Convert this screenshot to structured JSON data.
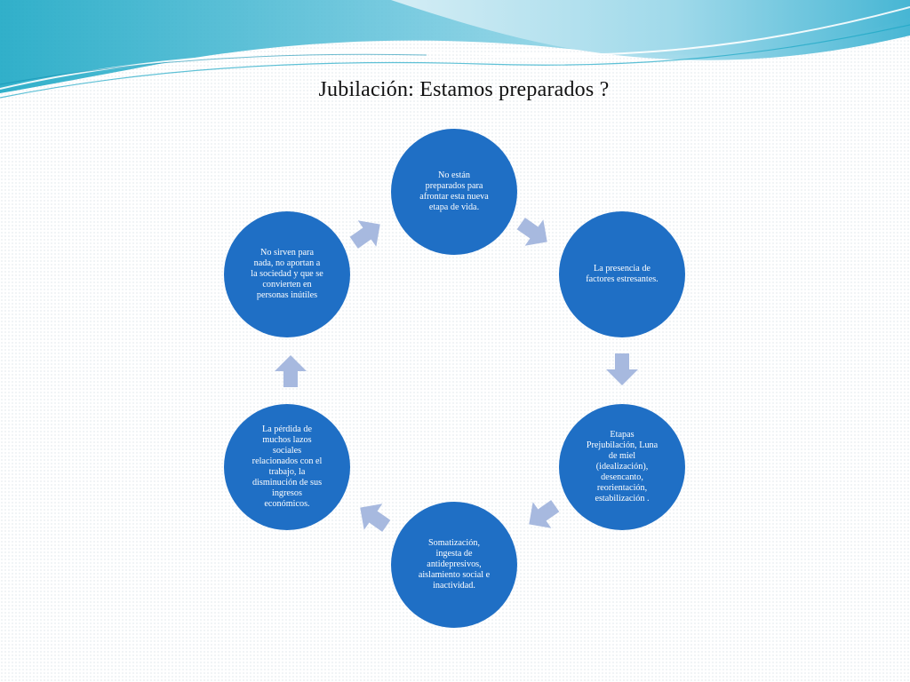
{
  "slide": {
    "title": "Jubilación: Estamos  preparados ?",
    "colors": {
      "node_fill": "#1f6fc5",
      "arrow_fill": "#a7b9df",
      "wave_light": "#bfe4ef",
      "wave_dark": "#1aa7c4"
    }
  },
  "cycle": {
    "nodes": [
      {
        "id": "n1",
        "text": "No están\npreparados para\nafrontar esta nueva\netapa de vida."
      },
      {
        "id": "n2",
        "text": "La presencia de\nfactores estresantes."
      },
      {
        "id": "n3",
        "text": "Etapas\nPrejubilación, Luna\nde miel\n(idealización),\ndesencanto,\nreorientación,\nestabilización ."
      },
      {
        "id": "n4",
        "text": "Somatización,\ningesta de\nantidepresivos,\naislamiento social e\ninactividad."
      },
      {
        "id": "n5",
        "text": "La pérdida de\nmuchos lazos\nsociales\nrelacionados con el\ntrabajo, la\ndisminución de  sus\ningresos\neconómicos."
      },
      {
        "id": "n6",
        "text": "No sirven para\nnada, no aportan a\nla sociedad y que se\nconvierten en\npersonas inútiles"
      }
    ],
    "arrows": [
      {
        "from": "n1",
        "to": "n2",
        "icon": "arrow-right-down-icon"
      },
      {
        "from": "n2",
        "to": "n3",
        "icon": "arrow-down-icon"
      },
      {
        "from": "n3",
        "to": "n4",
        "icon": "arrow-left-down-icon"
      },
      {
        "from": "n4",
        "to": "n5",
        "icon": "arrow-left-up-icon"
      },
      {
        "from": "n5",
        "to": "n6",
        "icon": "arrow-up-icon"
      },
      {
        "from": "n6",
        "to": "n1",
        "icon": "arrow-right-up-icon"
      }
    ]
  }
}
